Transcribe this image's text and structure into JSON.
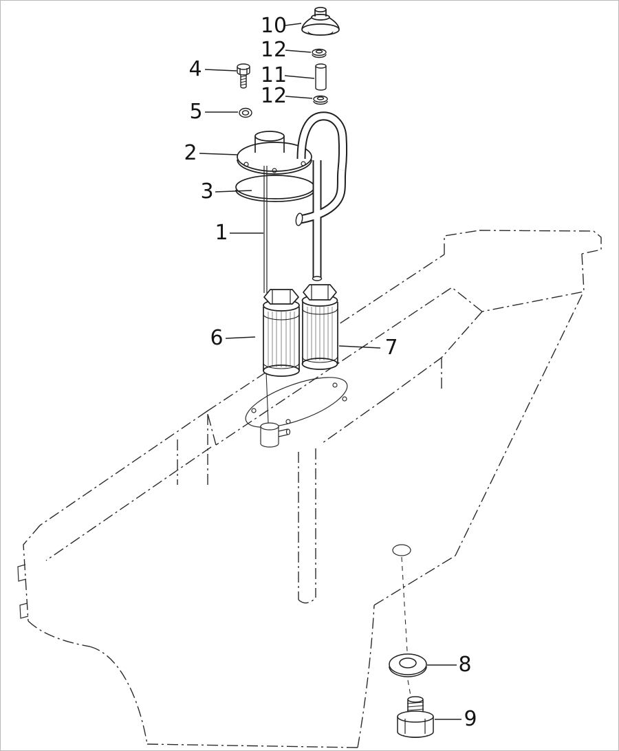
{
  "diagram": {
    "kind": "exploded-parts-line-drawing",
    "background_color": "#ffffff",
    "line_color": "#1f1f1f",
    "border_color": "#b8b8b8",
    "callouts": [
      {
        "id": "c10",
        "label": "10"
      },
      {
        "id": "c12a",
        "label": "12"
      },
      {
        "id": "c4",
        "label": "4"
      },
      {
        "id": "c11",
        "label": "11"
      },
      {
        "id": "c12b",
        "label": "12"
      },
      {
        "id": "c5",
        "label": "5"
      },
      {
        "id": "c2",
        "label": "2"
      },
      {
        "id": "c3",
        "label": "3"
      },
      {
        "id": "c1",
        "label": "1"
      },
      {
        "id": "c6",
        "label": "6"
      },
      {
        "id": "c7",
        "label": "7"
      },
      {
        "id": "c8",
        "label": "8"
      },
      {
        "id": "c9",
        "label": "9"
      }
    ]
  }
}
